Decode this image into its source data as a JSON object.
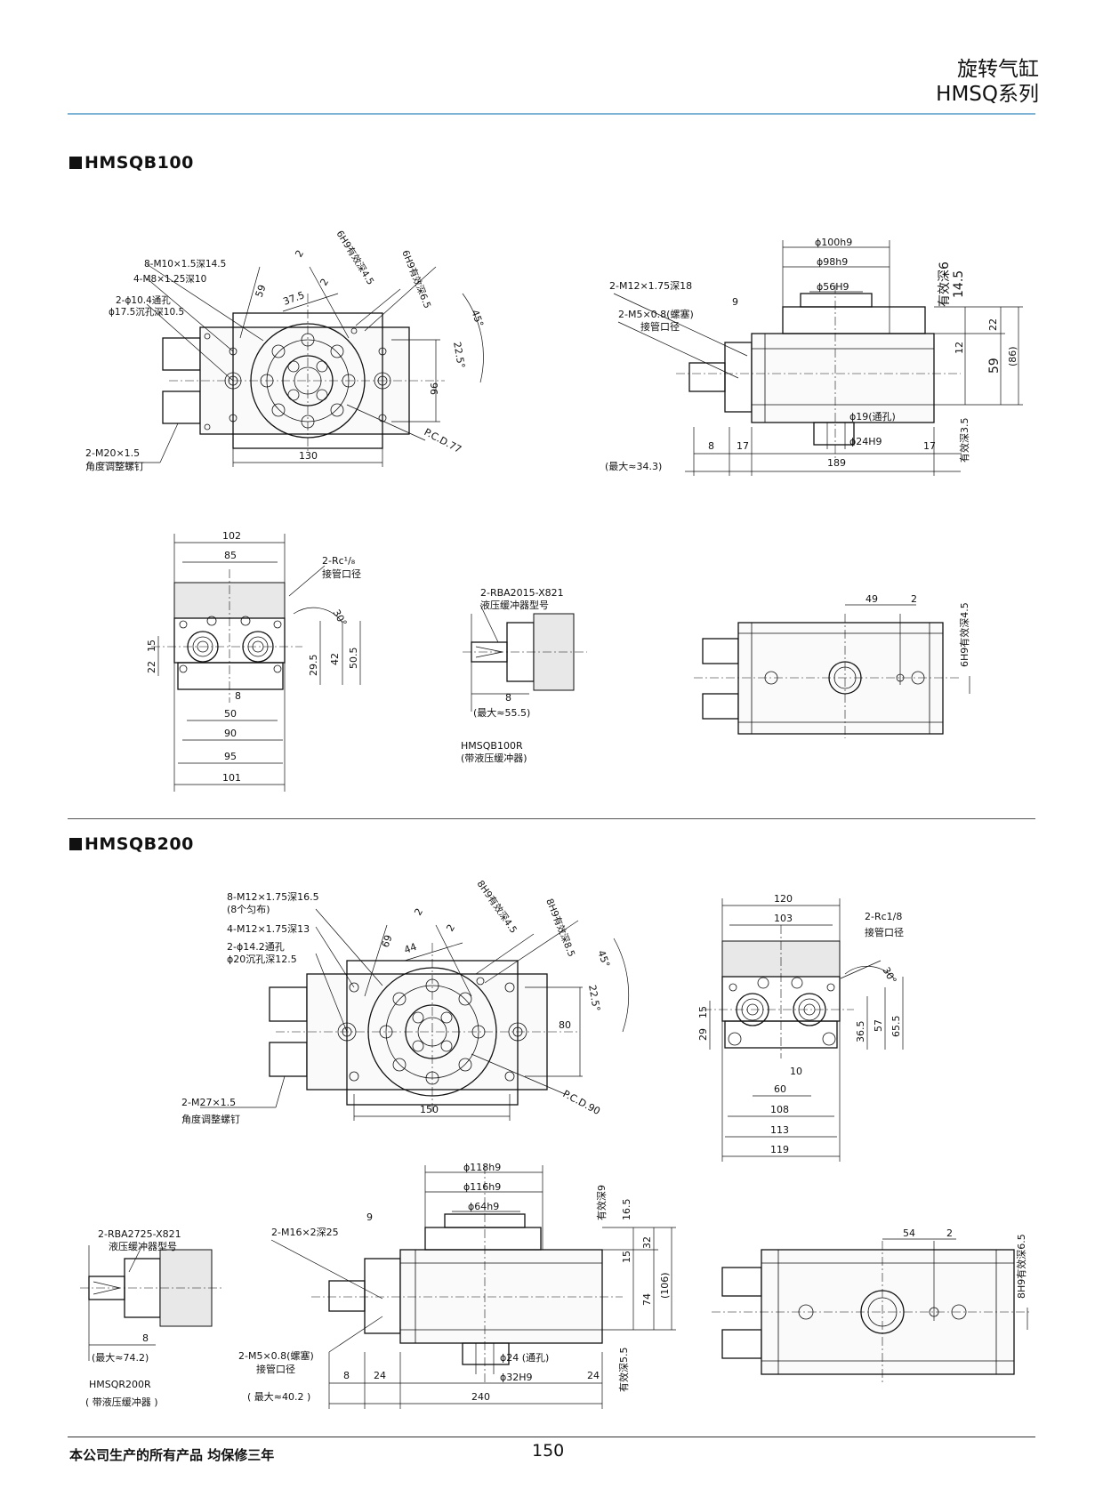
{
  "header": {
    "line1": "旋转气缸",
    "line2": "HMSQ系列"
  },
  "sections": {
    "b100": {
      "title": "HMSQB100"
    },
    "b200": {
      "title": "HMSQB200"
    }
  },
  "b100": {
    "front": {
      "callout1": "8-M10×1.5深14.5",
      "callout2": "4-M8×1.25深10",
      "callout3a": "2-ϕ10.4通孔",
      "callout3b": "ϕ17.5沉孔深10.5",
      "callout4a": "2-M20×1.5",
      "callout4b": "角度调整螺钉",
      "d59": "59",
      "d375": "37.5",
      "d2a": "2",
      "d2b": "2",
      "h9a": "6H9有效深4.5",
      "h9b": "6H9有效深6.5",
      "a45": "45°",
      "a225": "22.5°",
      "d96": "96",
      "pcd": "P.C.D.77",
      "d130": "130"
    },
    "side": {
      "phi100": "ϕ100h9",
      "phi98": "ϕ98h9",
      "phi56": "ϕ56H9",
      "callout1": "2-M12×1.75深18",
      "callout2a": "2-M5×0.8(螺塞)",
      "callout2b": "接管口径",
      "d9": "9",
      "depth6": "有效深6",
      "d145": "14.5",
      "d22": "22",
      "d12": "12",
      "d59": "59",
      "d86": "(86)",
      "phi19": "ϕ19(通孔)",
      "phi24": "ϕ24H9",
      "d8": "8",
      "d17a": "17",
      "d17b": "17",
      "depth35": "有效深3.5",
      "d189": "189",
      "max": "(最大≈34.3)"
    },
    "end": {
      "d102": "102",
      "d85": "85",
      "rc": "2-Rc¹/₈",
      "rc2": "接管口径",
      "a30": "30°",
      "d22": "22",
      "d15": "15",
      "d295": "29.5",
      "d42": "42",
      "d505": "50.5",
      "d8": "8",
      "d50": "50",
      "d90": "90",
      "d95": "95",
      "d101": "101"
    },
    "shock": {
      "callout1": "2-RBA2015-X821",
      "callout2": "液压缓冲器型号",
      "d8": "8",
      "max": "(最大≈55.5)",
      "model": "HMSQB100R",
      "model2": "(带液压缓冲器)"
    },
    "top": {
      "d49": "49",
      "d2": "2",
      "h9": "6H9有效深4.5"
    }
  },
  "b200": {
    "front": {
      "callout1a": "8-M12×1.75深16.5",
      "callout1b": "(8个匀布)",
      "callout2": "4-M12×1.75深13",
      "callout3a": "2-ϕ14.2通孔",
      "callout3b": "ϕ20沉孔深12.5",
      "callout4a": "2-M27×1.5",
      "callout4b": "角度调整螺钉",
      "d69": "69",
      "d44": "44",
      "d2a": "2",
      "d2b": "2",
      "h9a": "8H9有效深4.5",
      "h9b": "8H9有效深8.5",
      "a45": "45°",
      "a225": "22.5°",
      "d80": "80",
      "pcd": "P.C.D.90",
      "d150": "150"
    },
    "end": {
      "d120": "120",
      "d103": "103",
      "rc": "2-Rc1/8",
      "rc2": "接管口径",
      "a30": "30°",
      "d29": "29",
      "d15": "15",
      "d365": "36.5",
      "d57": "57",
      "d655": "65.5",
      "d10": "10",
      "d60": "60",
      "d108": "108",
      "d113": "113",
      "d119": "119"
    },
    "shock": {
      "callout1": "2-RBA2725-X821",
      "callout2": "液压缓冲器型号",
      "d8": "8",
      "max": "(最大≈74.2)",
      "model": "HMSQR200R",
      "model2": "( 带液压缓冲器 )"
    },
    "side": {
      "phi118": "ϕ118h9",
      "phi116": "ϕ116h9",
      "phi64": "ϕ64h9",
      "callout1": "2-M16×2深25",
      "d9": "9",
      "depth9": "有效深9",
      "d165": "16.5",
      "d15": "15",
      "d32": "32",
      "d106": "(106)",
      "d74": "74",
      "callout2a": "2-M5×0.8(螺塞)",
      "callout2b": "接管口径",
      "phi24": "ϕ24 (通孔)",
      "phi32": "ϕ32H9",
      "d8": "8",
      "d24a": "24",
      "d24b": "24",
      "depth55": "有效深5.5",
      "d240": "240",
      "max": "( 最大≈40.2 )"
    },
    "top": {
      "d54": "54",
      "d2": "2",
      "h9": "8H9有效深6.5"
    }
  },
  "footer": {
    "note": "本公司生产的所有产品 均保修三年",
    "page": "150"
  }
}
